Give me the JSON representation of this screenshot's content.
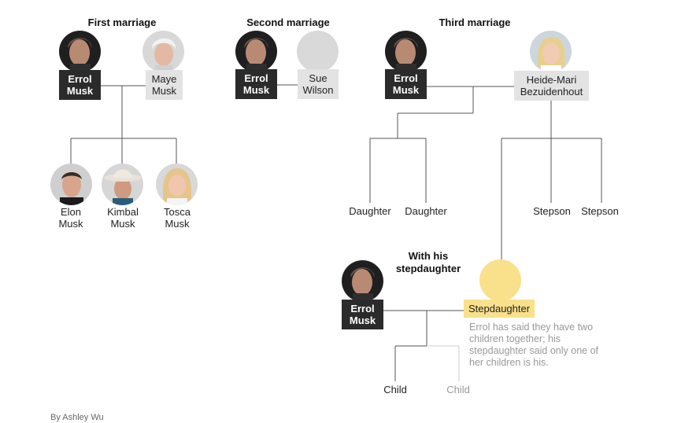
{
  "headings": {
    "first": "First marriage",
    "second": "Second marriage",
    "third": "Third marriage",
    "step": "With his stepdaughter"
  },
  "people": {
    "errol1": "Errol Musk",
    "maye": "Maye Musk",
    "errol2": "Errol Musk",
    "sue": "Sue Wilson",
    "errol3": "Errol Musk",
    "heide": "Heide-Mari Bezuidenhout",
    "elon": "Elon Musk",
    "kimbal": "Kimbal Musk",
    "tosca": "Tosca Musk",
    "daughter1": "Daughter",
    "daughter2": "Daughter",
    "stepson1": "Stepson",
    "stepson2": "Stepson",
    "errol4": "Errol Musk",
    "stepdaughter": "Stepdaughter",
    "child1": "Child",
    "child2": "Child"
  },
  "note": "Errol has said they have two children together; his stepdaughter said only one of her children is his.",
  "credit": "By Ashley Wu",
  "colors": {
    "dark_label": "#2b2b2b",
    "light_label": "#e3e3e3",
    "highlight": "#f9e08a",
    "placeholder_gray": "#d9d9d9",
    "placeholder_yellow": "#f9e08a"
  },
  "icons": {
    "errol": "errol-musk-photo",
    "maye": "maye-musk-photo",
    "elon": "elon-musk-photo",
    "kimbal": "kimbal-musk-photo",
    "tosca": "tosca-musk-photo",
    "heide": "heide-mari-photo"
  }
}
